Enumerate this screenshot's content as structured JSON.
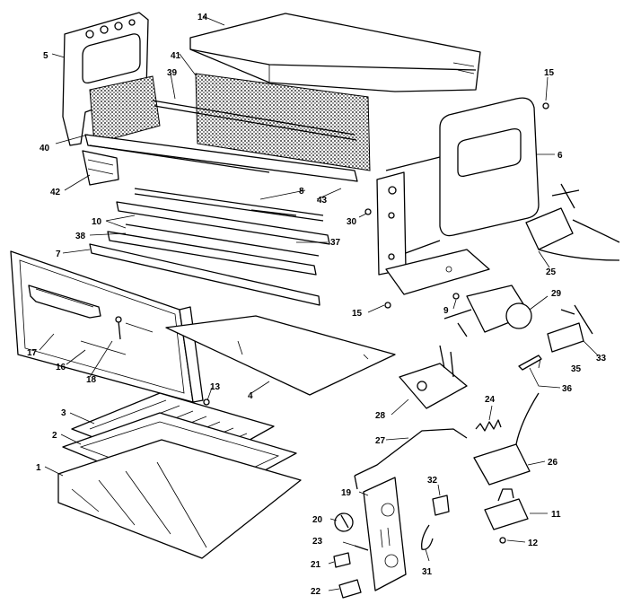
{
  "labels": {
    "p1": "1",
    "p2": "2",
    "p3": "3",
    "p4": "4",
    "p5": "5",
    "p6": "6",
    "p7": "7",
    "p8": "8",
    "p9": "9",
    "p10": "10",
    "p11": "11",
    "p12": "12",
    "p13": "13",
    "p14": "14",
    "p15a": "15",
    "p15b": "15",
    "p16": "16",
    "p17": "17",
    "p18": "18",
    "p19": "19",
    "p20": "20",
    "p21": "21",
    "p22": "22",
    "p23": "23",
    "p24": "24",
    "p25": "25",
    "p26": "26",
    "p27": "27",
    "p28": "28",
    "p29": "29",
    "p30": "30",
    "p31": "31",
    "p32": "32",
    "p33": "33",
    "p35": "35",
    "p36": "36",
    "p37": "37",
    "p38": "38",
    "p39": "39",
    "p40": "40",
    "p41": "41",
    "p42": "42",
    "p43": "43"
  }
}
